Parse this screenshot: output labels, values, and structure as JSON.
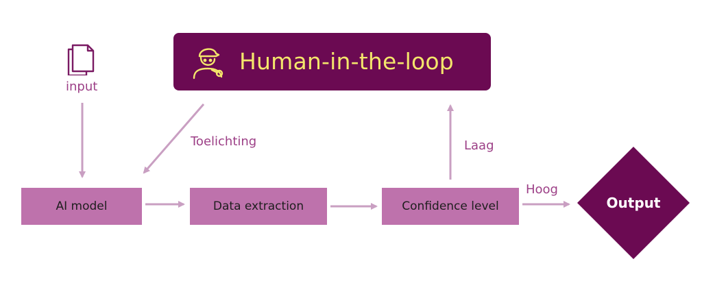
{
  "header": {
    "title": "Human-in-the-loop",
    "icon": "person-whistle-icon"
  },
  "input": {
    "label": "input",
    "icon": "document-copy-icon"
  },
  "nodes": {
    "ai_model": "AI model",
    "data_extraction": "Data extraction",
    "confidence_level": "Confidence level",
    "output": "Output"
  },
  "edges": {
    "toelichting": "Toelichting",
    "laag": "Laag",
    "hoog": "Hoog"
  },
  "colors": {
    "dark_plum": "#6b0a52",
    "box_pink": "#be72ac",
    "arrow": "#c99fc2",
    "label": "#9c3f86",
    "title_yellow": "#f4e66b"
  }
}
